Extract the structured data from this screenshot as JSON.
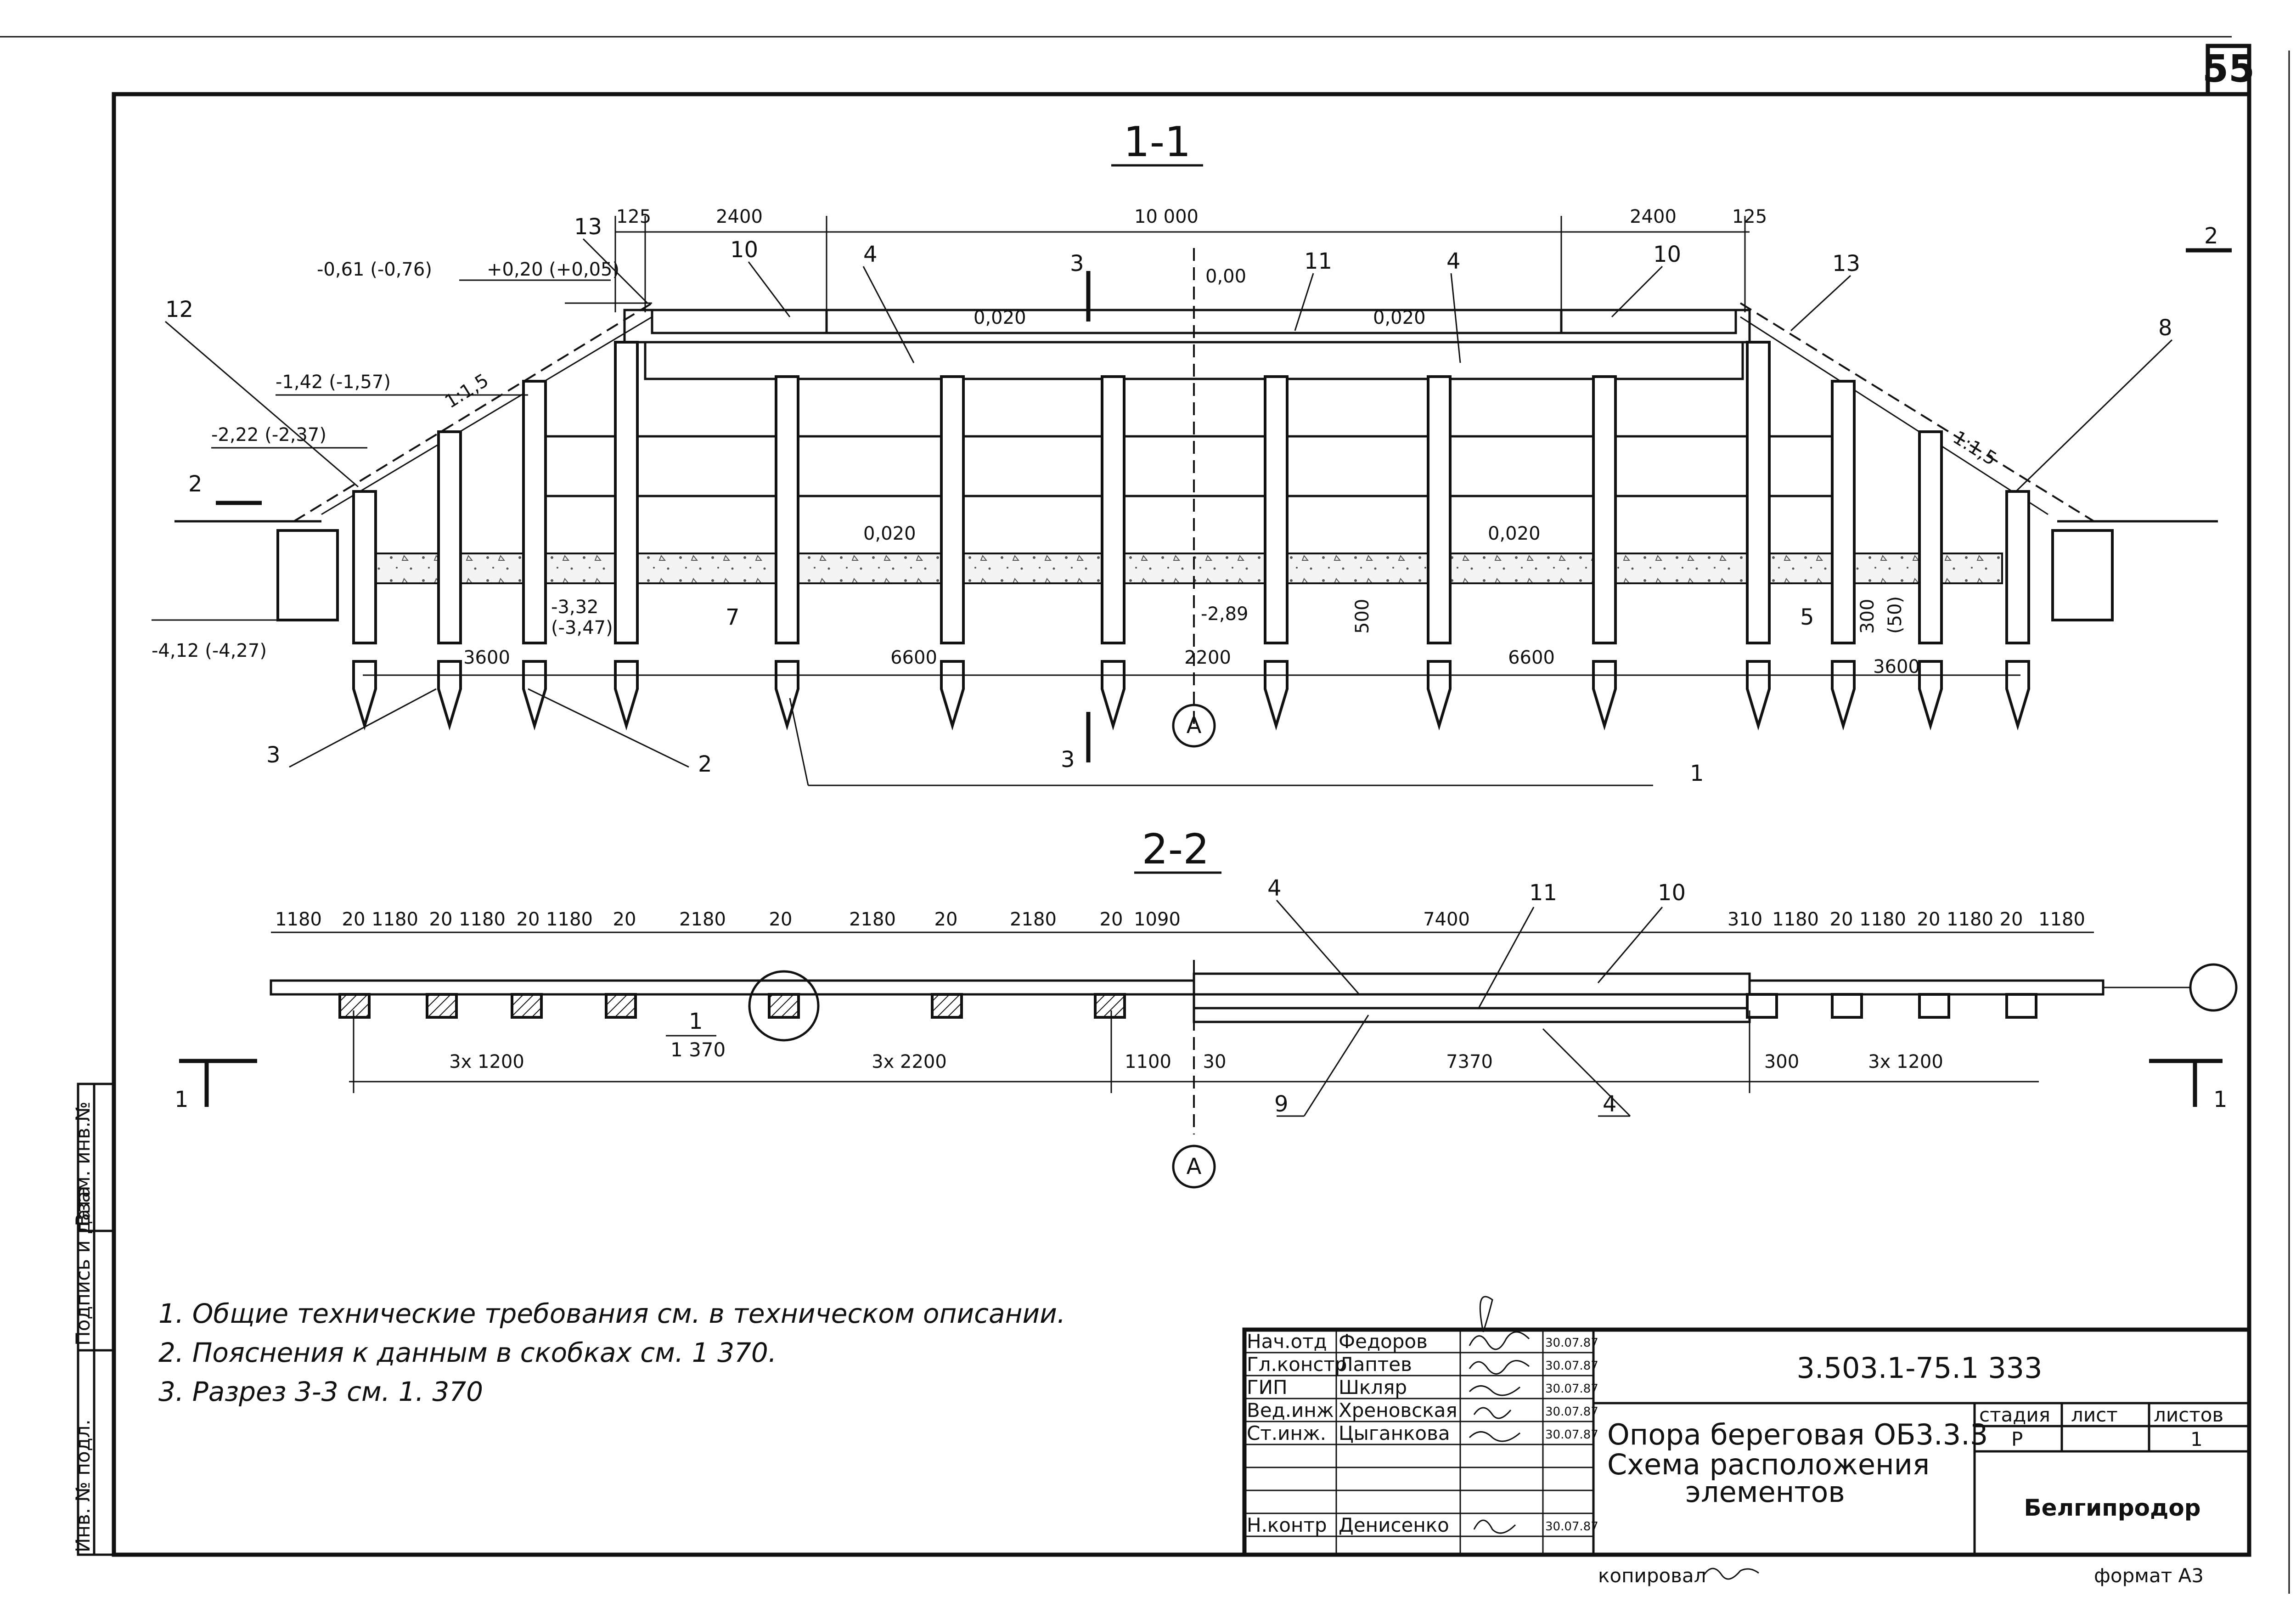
{
  "sheet": {
    "page_number": "55",
    "format_label": "формат А3",
    "copied_label": "копировал"
  },
  "section_1_1": {
    "title": "1-1",
    "top_dims": [
      "125",
      "2400",
      "10 000",
      "2400",
      "125"
    ],
    "elevations": {
      "left_top": "-0,61 (-0,76)",
      "left_top2": "+0,20 (+0,05)",
      "left_mid": "-1,42 (-1,57)",
      "left_low": "-2,22 (-2,37)",
      "left_bottom": "-4,12 (-4,27)",
      "centre_top": "0,00",
      "centre_low": "-2,89",
      "pile_low": "-3,32",
      "pile_low2": "(-3,47)"
    },
    "slopes": [
      "0,020",
      "0,020",
      "0,020",
      "0,020"
    ],
    "ratios": [
      "1:1,5",
      "1:1,5"
    ],
    "bottom_dims": [
      "3600",
      "6600",
      "2200",
      "6600",
      "3600"
    ],
    "dims_right": [
      "500",
      "300",
      "(50)"
    ],
    "item_labels": [
      "12",
      "13",
      "10",
      "4",
      "11",
      "4",
      "10",
      "13",
      "8",
      "3",
      "2",
      "1",
      "7",
      "5"
    ],
    "section_marks": [
      "2",
      "2",
      "3",
      "3"
    ],
    "axis": "A"
  },
  "section_2_2": {
    "title": "2-2",
    "top_dims": [
      "1180",
      "20",
      "1180",
      "20",
      "1180",
      "20",
      "1180",
      "20",
      "2180",
      "20",
      "2180",
      "20",
      "2180",
      "20",
      "1090",
      "7400",
      "310",
      "1180",
      "20",
      "1180",
      "20",
      "1180",
      "20",
      "1180"
    ],
    "bottom_dims": [
      "3x 1200",
      "3x 2200",
      "1100",
      "30",
      "7370",
      "300",
      "3x 1200"
    ],
    "callout": "1",
    "callout_sheet": "1 370",
    "item_labels": [
      "4",
      "11",
      "10",
      "9",
      "4"
    ],
    "section_marks": [
      "1",
      "1"
    ],
    "axis": "A"
  },
  "notes": [
    "1. Общие технические требования см. в техническом описании.",
    "2. Пояснения к данным в скобках см. 1 370.",
    "3. Разрез 3-3 см. 1. 370"
  ],
  "side_stamp": [
    "Инв. № подл.",
    "Подпись и дата",
    "Взам. инв.№"
  ],
  "title_block": {
    "code": "3.503.1-75.1 333",
    "title_lines": [
      "Опора береговая ОБ3.3.3",
      "Схема расположения",
      "элементов"
    ],
    "stage_header": "стадия",
    "sheet_header": "лист",
    "sheets_header": "листов",
    "stage": "Р",
    "sheets": "1",
    "org": "Белгипродор",
    "rows": [
      {
        "role": "Нач.отд",
        "name": "Федоров",
        "date": "30.07.87"
      },
      {
        "role": "Гл.констр",
        "name": "Лаптев",
        "date": "30.07.87"
      },
      {
        "role": "ГИП",
        "name": "Шкляр",
        "date": "30.07.87"
      },
      {
        "role": "Вед.инж",
        "name": "Хреновская",
        "date": "30.07.87"
      },
      {
        "role": "Ст.инж.",
        "name": "Цыганкова",
        "date": "30.07.87"
      },
      {
        "role": "Н.контр",
        "name": "Денисенко",
        "date": "30.07.87"
      }
    ]
  }
}
